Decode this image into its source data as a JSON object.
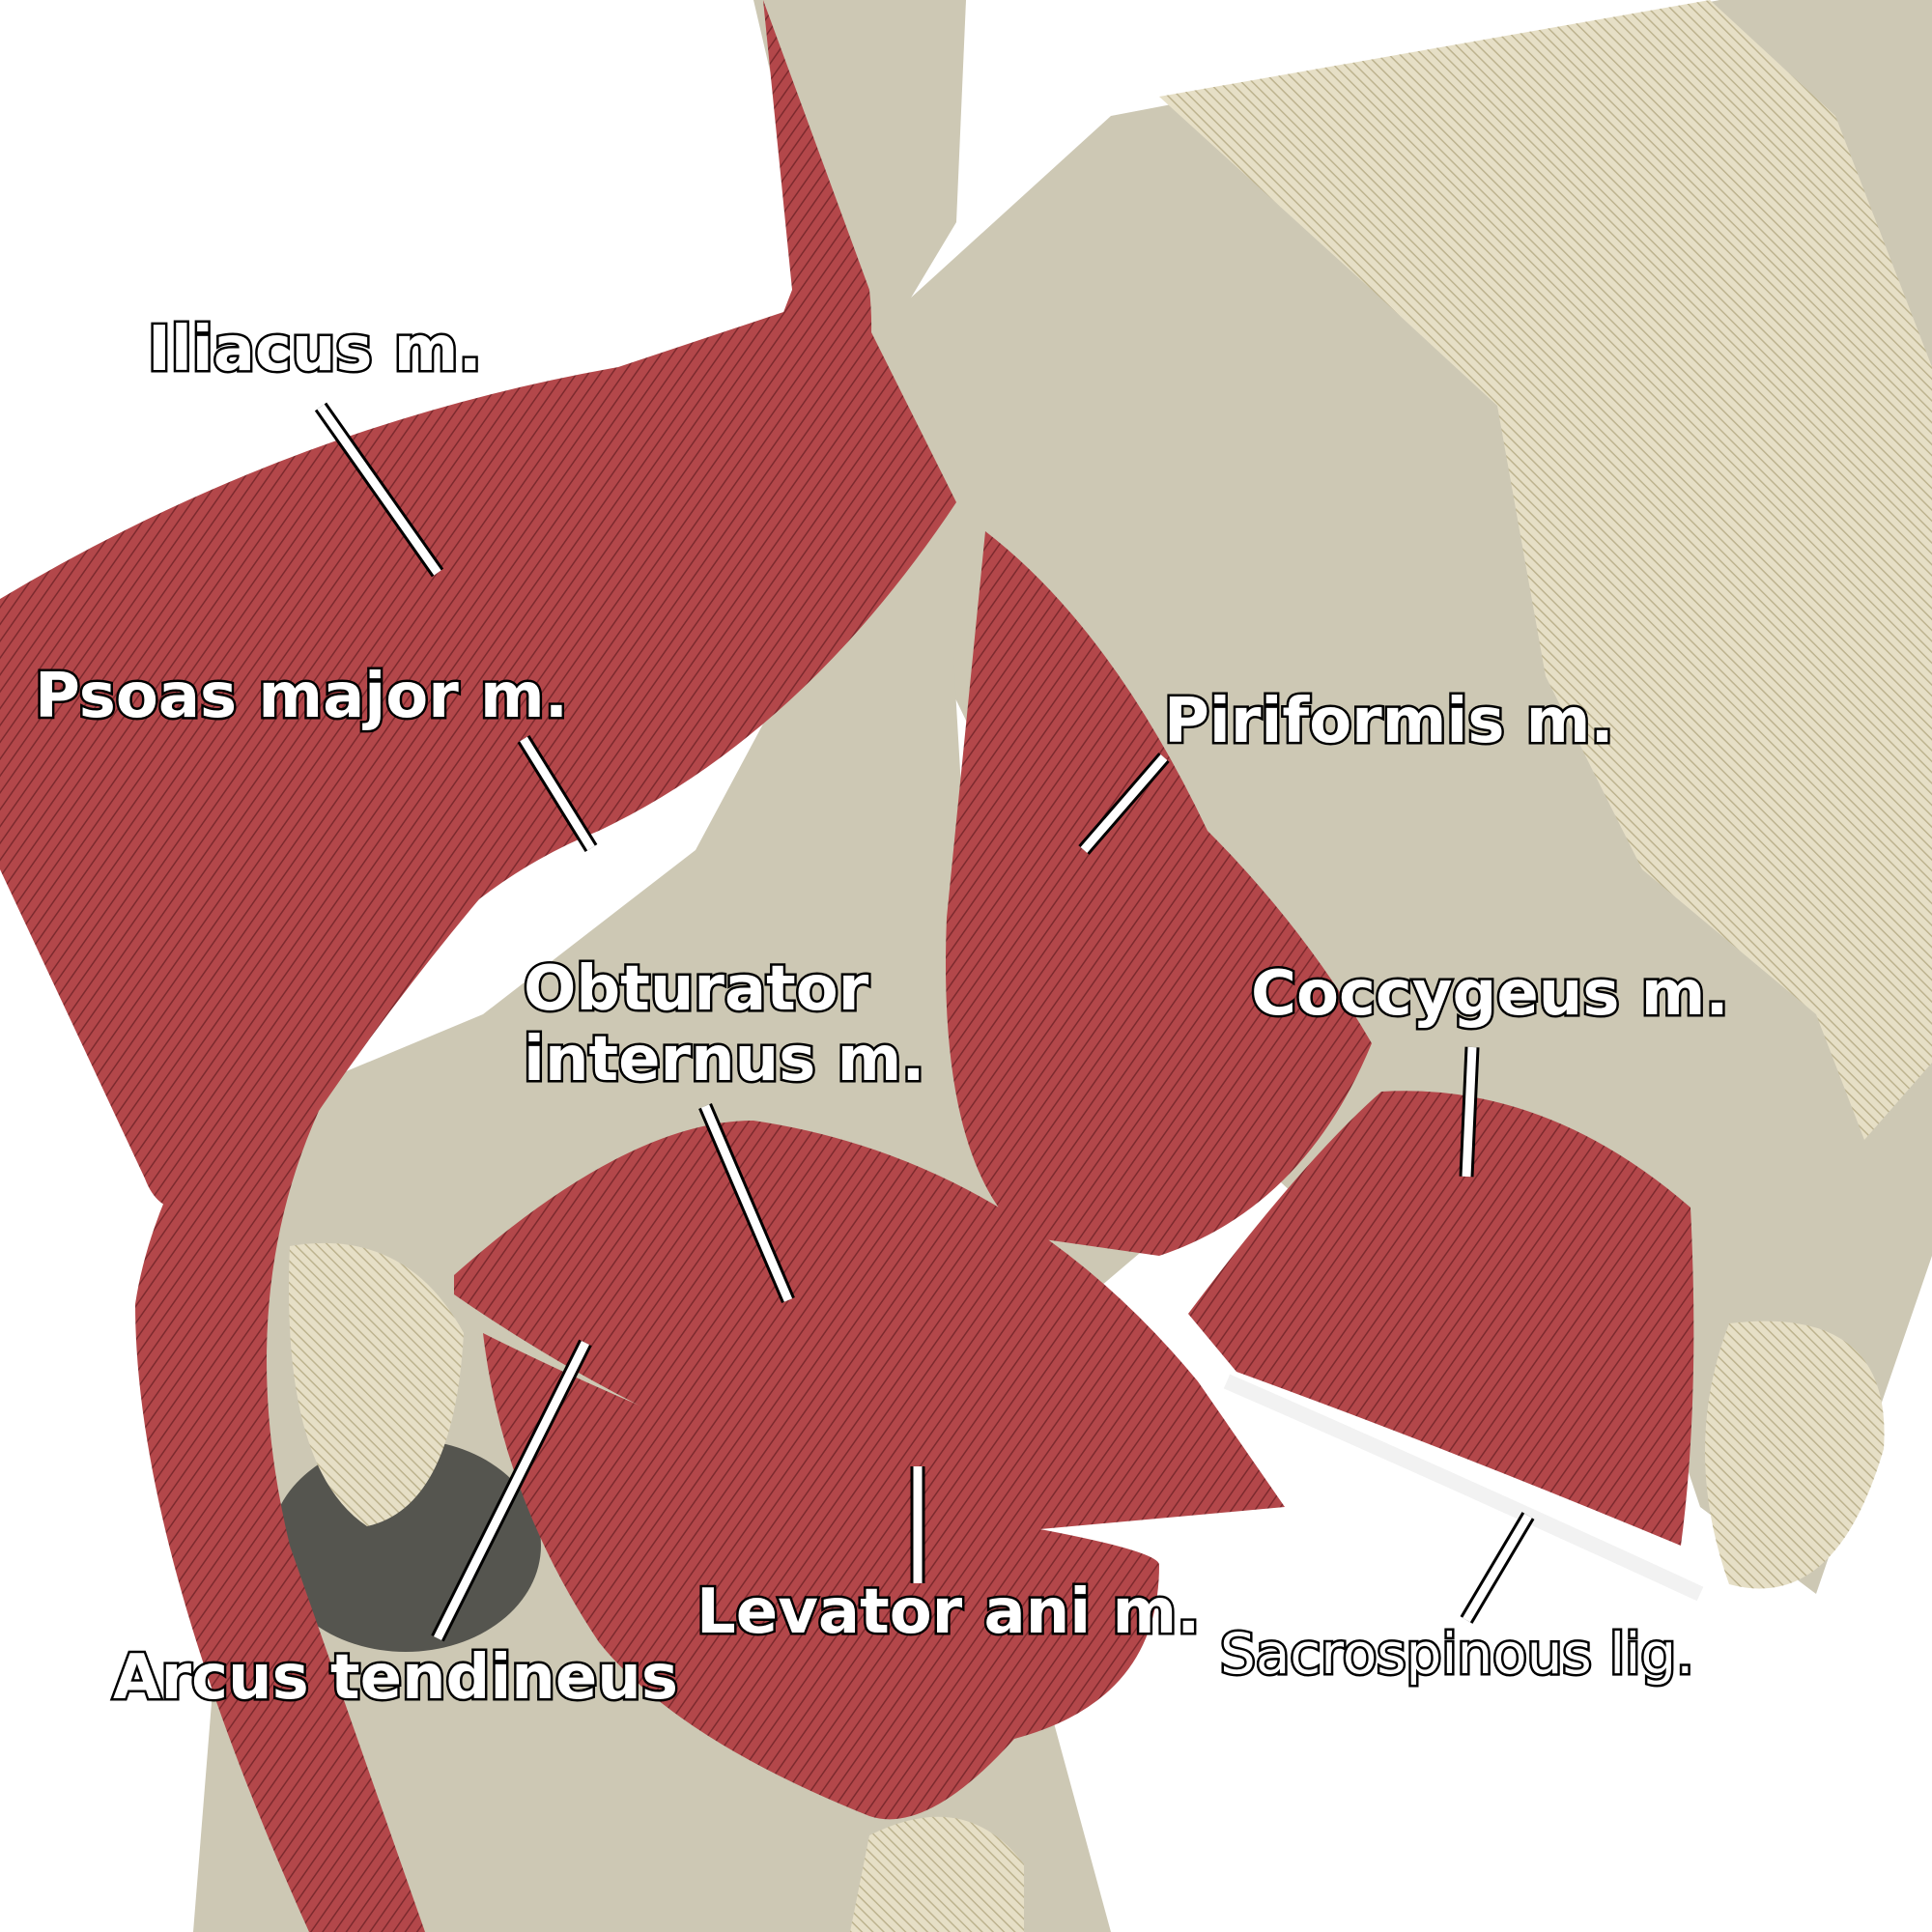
{
  "labels": {
    "iliacus": "Iliacus m.",
    "psoas": "Psoas major m.",
    "piriformis": "Piriformis m.",
    "obturator_line1": "Obturator",
    "obturator_line2": "internus m.",
    "coccygeus": "Coccygeus m.",
    "levator": "Levator ani m.",
    "arcus": "Arcus tendineus",
    "sacrospinous": "Sacrospinous lig."
  },
  "colors": {
    "bone": "#cdc8b4",
    "muscle": "#b3474a",
    "cut_bone": "#e6dfc6"
  }
}
